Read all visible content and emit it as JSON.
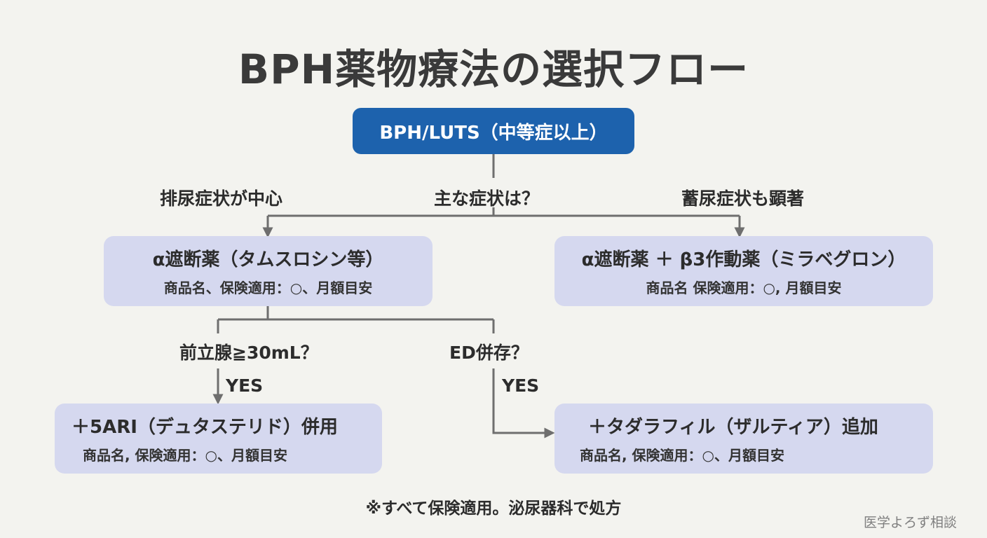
{
  "title": "BPH薬物療法の選択フロー",
  "root": {
    "label": "BPH/LUTS（中等症以上）"
  },
  "question_main": "主な症状は？",
  "branch_left_label": "排尿症状が中心",
  "branch_right_label": "蓄尿症状も顕著",
  "node_alpha": {
    "title": "α遮断薬（タムスロシン等）",
    "detail": "商品名、保険適用：○、月額目安"
  },
  "node_alpha_beta3": {
    "title": "α遮断薬 ＋ β3作動薬（ミラベグロン）",
    "detail": "商品名 保険適用：○, 月額目安"
  },
  "question_prostate": "前立腺≧30mL？",
  "question_ed": "ED併存？",
  "yes_left": "YES",
  "yes_right": "YES",
  "node_5ari": {
    "title": "＋5ARI（デュタステリド）併用",
    "detail": "商品名, 保険適用：○、月額目安"
  },
  "node_tadalafil": {
    "title": "＋タダラフィル（ザルティア）追加",
    "detail": "商品名, 保険適用：○、月額目安"
  },
  "footnote": "※すべて保険適用。泌尿器科で処方",
  "watermark": "医学よろず相談",
  "colors": {
    "background": "#f3f3ef",
    "root_fill": "#1d62ad",
    "node_fill": "#d5d8ef",
    "connector": "#6e6e6e"
  }
}
